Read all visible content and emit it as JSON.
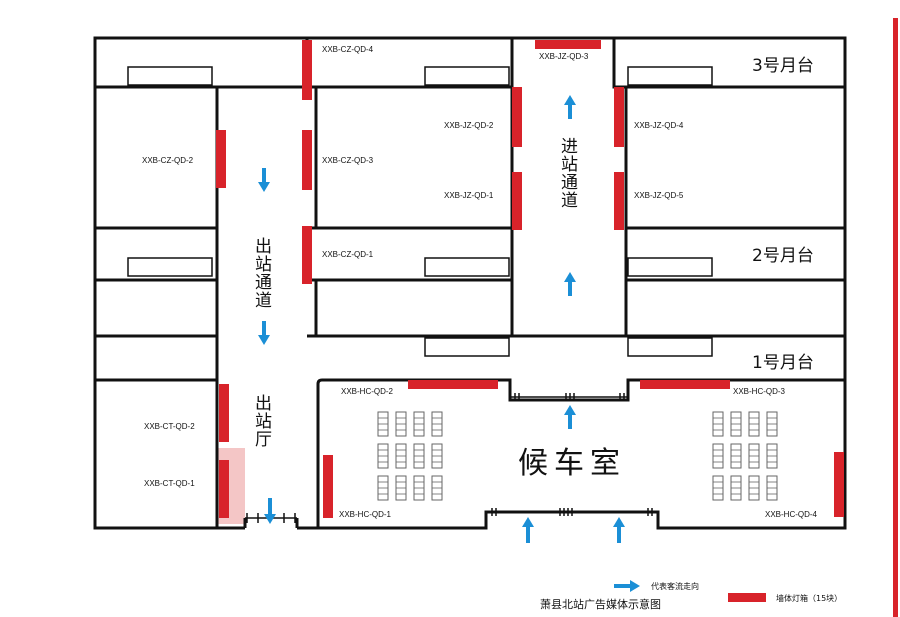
{
  "colors": {
    "lightbox": "#d8232a",
    "arrow": "#1b8fd6",
    "highlight": "#f4c6c6",
    "wall": "#111111"
  },
  "platforms": {
    "p3": "3号月台",
    "p2": "2号月台",
    "p1": "1号月台"
  },
  "areas": {
    "waiting_room": "候车室",
    "entry_passage": [
      "进",
      "站",
      "通",
      "道"
    ],
    "exit_passage": [
      "出",
      "站",
      "通",
      "道"
    ],
    "exit_hall": [
      "出",
      "站",
      "厅"
    ]
  },
  "lightboxes": {
    "cz1": "XXB-CZ-QD-1",
    "cz2": "XXB-CZ-QD-2",
    "cz3": "XXB-CZ-QD-3",
    "cz4": "XXB-CZ-QD-4",
    "jz1": "XXB-JZ-QD-1",
    "jz2": "XXB-JZ-QD-2",
    "jz3": "XXB-JZ-QD-3",
    "jz4": "XXB-JZ-QD-4",
    "jz5": "XXB-JZ-QD-5",
    "hc1": "XXB-HC-QD-1",
    "hc2": "XXB-HC-QD-2",
    "hc3": "XXB-HC-QD-3",
    "hc4": "XXB-HC-QD-4",
    "ct1": "XXB-CT-QD-1",
    "ct2": "XXB-CT-QD-2"
  },
  "legend": {
    "flow_label": "代表客流走向",
    "lightbox_label": "墙体灯箱（15块）",
    "title": "萧县北站广告媒体示意图"
  }
}
